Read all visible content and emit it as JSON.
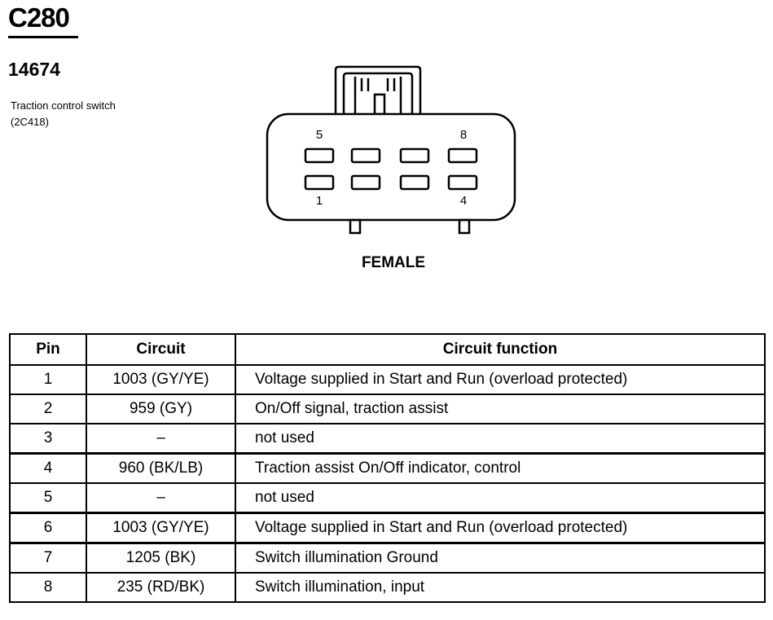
{
  "header": {
    "connector_id": "C280",
    "part_number": "14674",
    "description": "Traction control switch (2C418)"
  },
  "connector": {
    "top_pin_left": "5",
    "top_pin_right": "8",
    "bottom_pin_left": "1",
    "bottom_pin_right": "4",
    "gender": "FEMALE"
  },
  "table": {
    "headers": {
      "pin": "Pin",
      "circuit": "Circuit",
      "function": "Circuit function"
    },
    "rows": [
      {
        "pin": "1",
        "circuit": "1003 (GY/YE)",
        "function": "Voltage supplied in Start and Run (overload protected)"
      },
      {
        "pin": "2",
        "circuit": "959 (GY)",
        "function": "On/Off signal, traction assist"
      },
      {
        "pin": "3",
        "circuit": "–",
        "function": "not used"
      },
      {
        "pin": "4",
        "circuit": "960 (BK/LB)",
        "function": "Traction assist On/Off indicator, control"
      },
      {
        "pin": "5",
        "circuit": "–",
        "function": "not used"
      },
      {
        "pin": "6",
        "circuit": "1003 (GY/YE)",
        "function": "Voltage supplied in Start and Run (overload protected)"
      },
      {
        "pin": "7",
        "circuit": "1205 (BK)",
        "function": "Switch illumination Ground"
      },
      {
        "pin": "8",
        "circuit": "235 (RD/BK)",
        "function": "Switch illumination, input"
      }
    ]
  }
}
